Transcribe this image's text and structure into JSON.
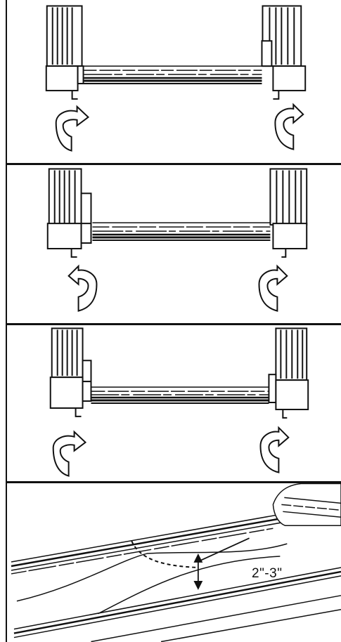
{
  "figure": {
    "panels": [
      {
        "id": "step-1",
        "arrow_direction": "clockwise"
      },
      {
        "id": "step-2",
        "arrow_direction": "counter-clockwise"
      },
      {
        "id": "step-3",
        "arrow_direction": "clockwise"
      },
      {
        "id": "step-4"
      }
    ],
    "measurement_label": "2\"-3\""
  }
}
